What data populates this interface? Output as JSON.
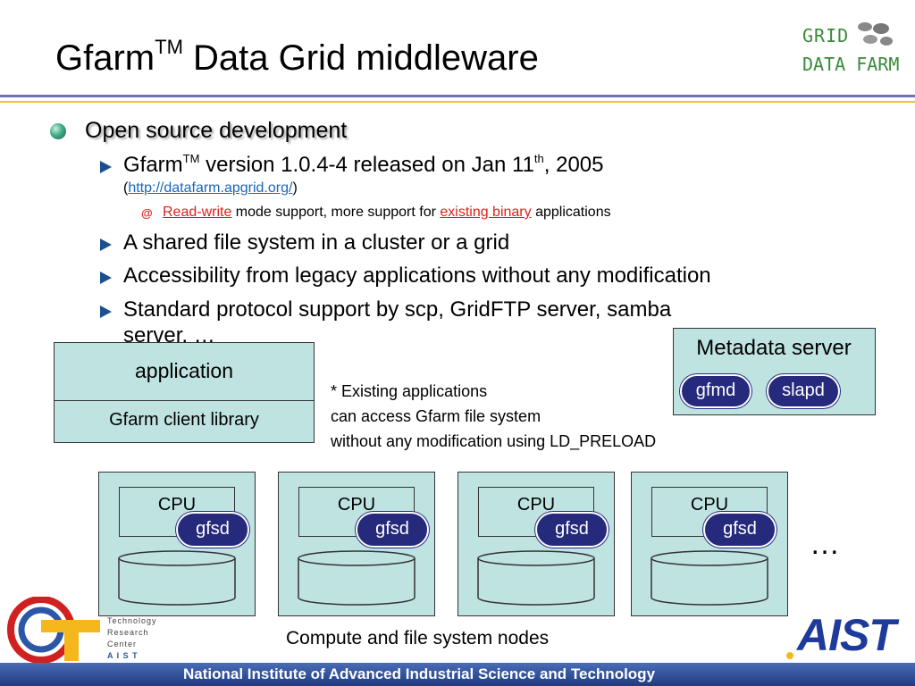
{
  "slide": {
    "title_main": "Gfarm",
    "title_tm": "TM",
    "title_rest": " Data Grid middleware",
    "logo_top": "GRID",
    "logo_bottom": "DATA FARM"
  },
  "bullets": {
    "level1": "Open source development",
    "version": {
      "pre": "Gfarm",
      "tm": "TM",
      "mid": " version 1.0.4-4 released on Jan 11",
      "th": "th",
      "post": ", 2005"
    },
    "link_open": "(",
    "link": "http://datafarm.apgrid.org/",
    "link_close": ")",
    "sub": {
      "mark": "@",
      "readwrite": "Read-write",
      "mid": " mode support, more support for ",
      "existing": "existing binary",
      "end": " applications"
    },
    "items": [
      "A shared file system in a cluster or a grid",
      "Accessibility from legacy applications without any modification",
      "Standard protocol support by scp, GridFTP server, samba",
      "server, …"
    ]
  },
  "diagram": {
    "application": "application",
    "client_library": "Gfarm client library",
    "note": [
      "* Existing applications",
      "can access Gfarm file system",
      "without any modification using LD_PRELOAD"
    ],
    "metadata_title": "Metadata server",
    "gfmd": "gfmd",
    "slapd": "slapd",
    "nodes": [
      {
        "cpu": "CPU",
        "daemon": "gfsd"
      },
      {
        "cpu": "CPU",
        "daemon": "gfsd"
      },
      {
        "cpu": "CPU",
        "daemon": "gfsd"
      },
      {
        "cpu": "CPU",
        "daemon": "gfsd"
      }
    ],
    "ellipsis": "…",
    "nodes_caption": "Compute and file system nodes"
  },
  "footer": {
    "trc_lines": [
      "Technology",
      "Research",
      "Center",
      "A I S T"
    ],
    "aist": "AIST",
    "institute": "National Institute of Advanced Industrial Science and Technology"
  },
  "colors": {
    "box_fill": "#bfe3e1",
    "pill_fill": "#262a7c",
    "link": "#1a66b8",
    "highlight_red": "#e0201c",
    "footer": "#1e3a80"
  }
}
